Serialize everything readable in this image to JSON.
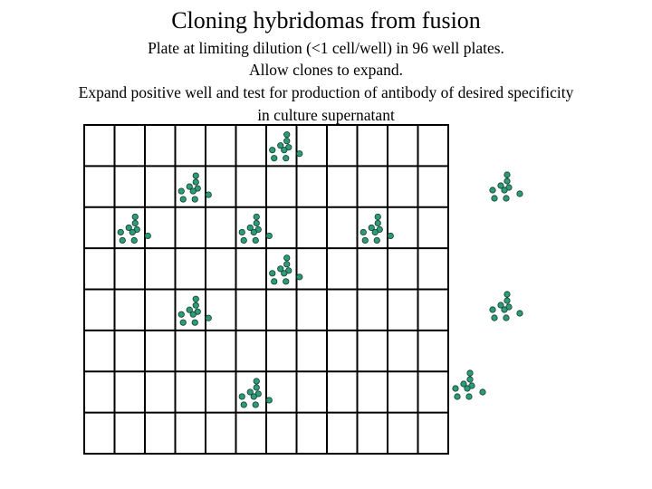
{
  "slide": {
    "title": "Cloning hybridomas from fusion",
    "lines": [
      "Plate at limiting dilution (<1 cell/well) in 96 well plates.",
      "Allow clones to expand.",
      "Expand positive well and test for production of antibody of desired specificity",
      "in culture supernatant"
    ]
  },
  "plate": {
    "columns": 12,
    "rows": 8,
    "line_color": "#000000",
    "cell_fill": "#2e9a78",
    "cell_stroke": "#0f3d2e",
    "clones_in_grid": [
      {
        "row": 1,
        "col": 7
      },
      {
        "row": 2,
        "col": 4
      },
      {
        "row": 3,
        "col": 2
      },
      {
        "row": 3,
        "col": 6
      },
      {
        "row": 3,
        "col": 10
      },
      {
        "row": 4,
        "col": 7
      },
      {
        "row": 5,
        "col": 4
      },
      {
        "row": 7,
        "col": 6
      }
    ],
    "clones_outside_grid": 3
  }
}
